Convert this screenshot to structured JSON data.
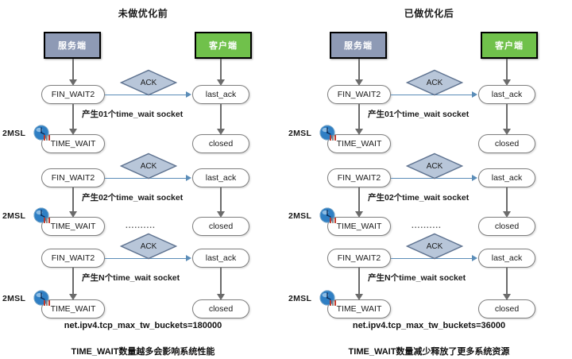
{
  "panels": [
    {
      "id": "before",
      "title": "未做优化前",
      "server_label": "服务端",
      "client_label": "客户端",
      "msl_label": "2MSL",
      "ack_label": "ACK",
      "dots": "..........",
      "rows": [
        {
          "left_state": "FIN_WAIT2",
          "right_state": "last_ack",
          "wait_state": "TIME_WAIT",
          "closed_state": "closed",
          "caption": "产生01个time_wait socket"
        },
        {
          "left_state": "FIN_WAIT2",
          "right_state": "last_ack",
          "wait_state": "TIME_WAIT",
          "closed_state": "closed",
          "caption": "产生02个time_wait socket"
        },
        {
          "left_state": "FIN_WAIT2",
          "right_state": "last_ack",
          "wait_state": "TIME_WAIT",
          "closed_state": "closed",
          "caption": "产生N个time_wait socket"
        }
      ],
      "sysctl": "net.ipv4.tcp_max_tw_buckets=180000",
      "note": "TIME_WAIT数量越多会影响系统性能"
    },
    {
      "id": "after",
      "title": "已做优化后",
      "server_label": "服务端",
      "client_label": "客户端",
      "msl_label": "2MSL",
      "ack_label": "ACK",
      "dots": "..........",
      "rows": [
        {
          "left_state": "FIN_WAIT2",
          "right_state": "last_ack",
          "wait_state": "TIME_WAIT",
          "closed_state": "closed",
          "caption": "产生01个time_wait socket"
        },
        {
          "left_state": "FIN_WAIT2",
          "right_state": "last_ack",
          "wait_state": "TIME_WAIT",
          "closed_state": "closed",
          "caption": "产生02个time_wait socket"
        },
        {
          "left_state": "FIN_WAIT2",
          "right_state": "last_ack",
          "wait_state": "TIME_WAIT",
          "closed_state": "closed",
          "caption": "产生N个time_wait socket"
        }
      ],
      "sysctl": "net.ipv4.tcp_max_tw_buckets=36000",
      "note": "TIME_WAIT数量减少释放了更多系统资源"
    }
  ],
  "colors": {
    "server_fill": "#8e9ab5",
    "client_fill": "#70c14b",
    "diamond_fill": "#b8c6d9",
    "diamond_stroke": "#5f7390",
    "node_stroke": "#7f7f7f",
    "vertical_arrow": "#6b6b6b",
    "horizontal_arrow": "#5b8db8",
    "background": "#ffffff",
    "text": "#1a1a1a"
  },
  "icons": {
    "clock": "clock-icon"
  }
}
